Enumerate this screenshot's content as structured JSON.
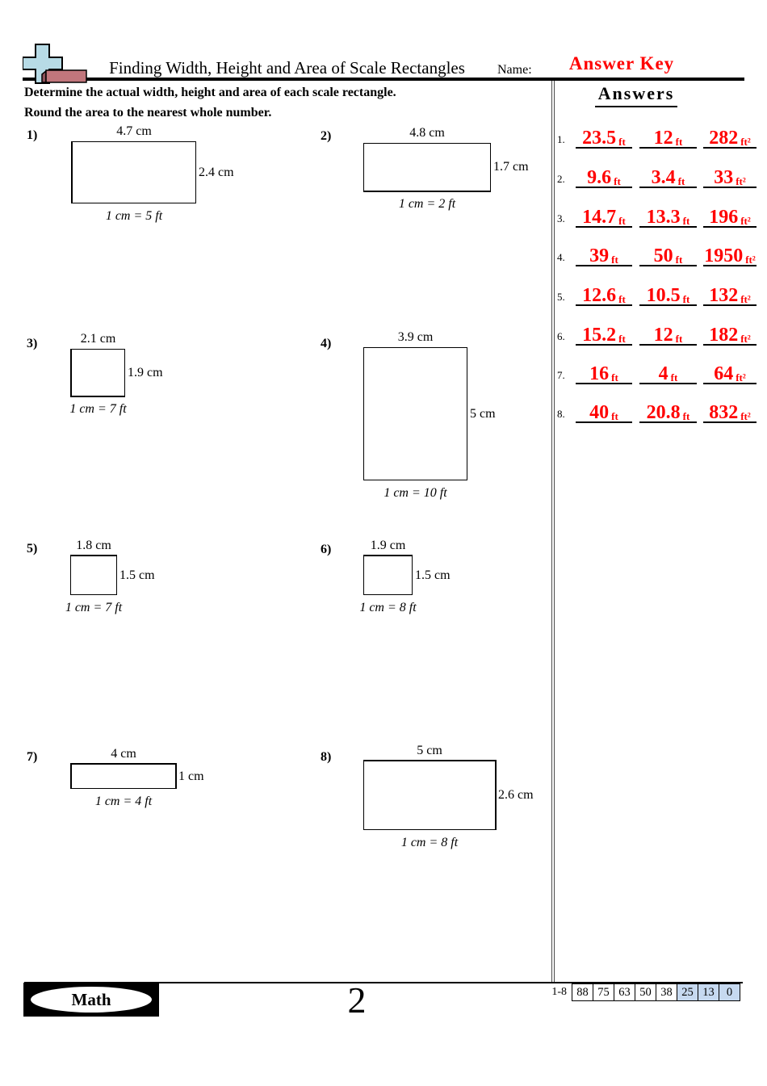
{
  "header": {
    "title": "Finding Width, Height and Area of Scale Rectangles",
    "name_label": "Name:",
    "answer_key": "Answer Key"
  },
  "instructions": {
    "line1": "Determine the actual width, height and area of each scale rectangle.",
    "line2": "Round the area to the nearest whole number."
  },
  "problems": [
    {
      "num": "1)",
      "width_label": "4.7 cm",
      "height_label": "2.4 cm",
      "scale": "1 cm = 5 ft"
    },
    {
      "num": "2)",
      "width_label": "4.8 cm",
      "height_label": "1.7 cm",
      "scale": "1 cm = 2 ft"
    },
    {
      "num": "3)",
      "width_label": "2.1 cm",
      "height_label": "1.9 cm",
      "scale": "1 cm = 7 ft"
    },
    {
      "num": "4)",
      "width_label": "3.9 cm",
      "height_label": "5 cm",
      "scale": "1 cm = 10 ft"
    },
    {
      "num": "5)",
      "width_label": "1.8 cm",
      "height_label": "1.5 cm",
      "scale": "1 cm = 7 ft"
    },
    {
      "num": "6)",
      "width_label": "1.9 cm",
      "height_label": "1.5 cm",
      "scale": "1 cm = 8 ft"
    },
    {
      "num": "7)",
      "width_label": "4 cm",
      "height_label": "1 cm",
      "scale": "1 cm = 4 ft"
    },
    {
      "num": "8)",
      "width_label": "5 cm",
      "height_label": "2.6 cm",
      "scale": "1 cm = 8 ft"
    }
  ],
  "answers": {
    "title": "Answers",
    "rows": [
      {
        "num": "1.",
        "width": "23.5",
        "width_unit": "ft",
        "height": "12",
        "height_unit": "ft",
        "area": "282",
        "area_unit": "ft²"
      },
      {
        "num": "2.",
        "width": "9.6",
        "width_unit": "ft",
        "height": "3.4",
        "height_unit": "ft",
        "area": "33",
        "area_unit": "ft²"
      },
      {
        "num": "3.",
        "width": "14.7",
        "width_unit": "ft",
        "height": "13.3",
        "height_unit": "ft",
        "area": "196",
        "area_unit": "ft²"
      },
      {
        "num": "4.",
        "width": "39",
        "width_unit": "ft",
        "height": "50",
        "height_unit": "ft",
        "area": "1950",
        "area_unit": "ft²"
      },
      {
        "num": "5.",
        "width": "12.6",
        "width_unit": "ft",
        "height": "10.5",
        "height_unit": "ft",
        "area": "132",
        "area_unit": "ft²"
      },
      {
        "num": "6.",
        "width": "15.2",
        "width_unit": "ft",
        "height": "12",
        "height_unit": "ft",
        "area": "182",
        "area_unit": "ft²"
      },
      {
        "num": "7.",
        "width": "16",
        "width_unit": "ft",
        "height": "4",
        "height_unit": "ft",
        "area": "64",
        "area_unit": "ft²"
      },
      {
        "num": "8.",
        "width": "40",
        "width_unit": "ft",
        "height": "20.8",
        "height_unit": "ft",
        "area": "832",
        "area_unit": "ft²"
      }
    ]
  },
  "footer": {
    "logo": "Math",
    "page_number": "2",
    "range_label": "1-8",
    "scores": [
      "88",
      "75",
      "63",
      "50",
      "38",
      "25",
      "13",
      "0"
    ]
  },
  "colors": {
    "answer_red": "#ff0000",
    "score_highlight": "#c6d9f0",
    "icon_cross_blue": "#b7dbe6",
    "icon_brick_red": "#c1767c"
  }
}
